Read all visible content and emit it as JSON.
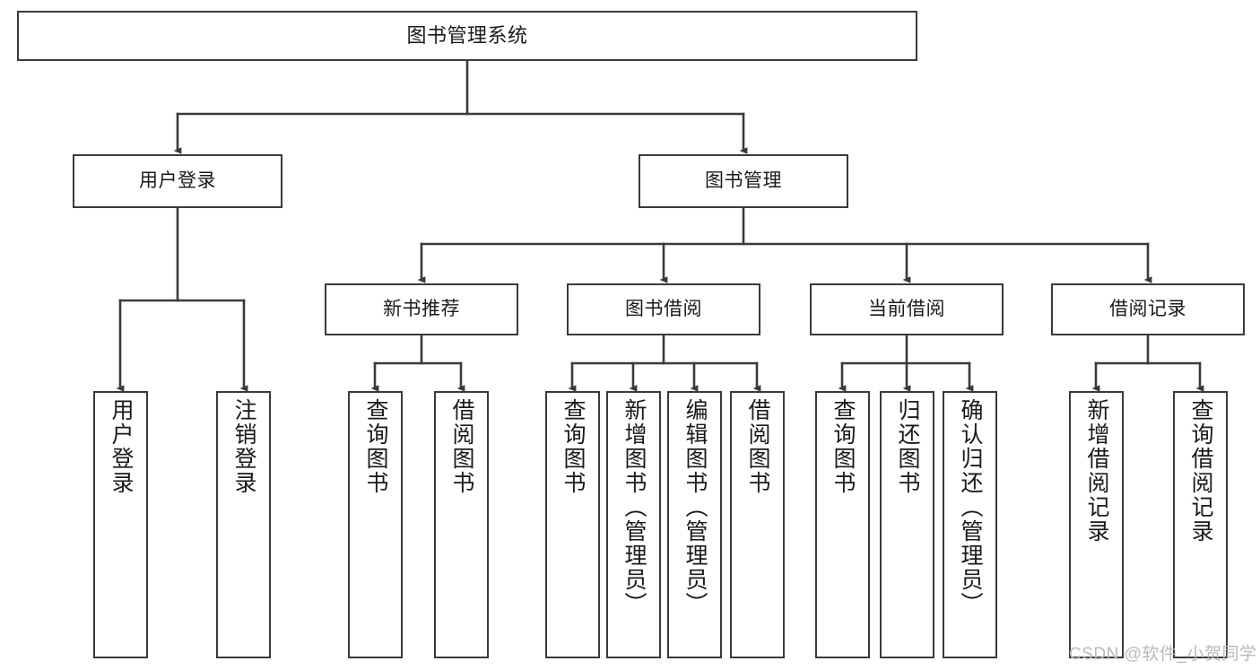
{
  "diagram": {
    "title": "图书管理系统",
    "style": {
      "box_border_color": "#3a3a3a",
      "box_fill_color": "#ffffff",
      "edge_color": "#3a3a3a",
      "text_color": "#1a1a1a",
      "background_color": "#ffffff",
      "watermark_color": "#b9b9b9"
    },
    "nodes": {
      "root": {
        "label": "图书管理系统"
      },
      "level2": [
        {
          "id": "user-login",
          "label": "用户登录"
        },
        {
          "id": "book-manage",
          "label": "图书管理"
        }
      ],
      "level3": [
        {
          "id": "new-book-recommend",
          "label": "新书推荐"
        },
        {
          "id": "book-borrow",
          "label": "图书借阅"
        },
        {
          "id": "current-borrow",
          "label": "当前借阅"
        },
        {
          "id": "borrow-record",
          "label": "借阅记录"
        }
      ],
      "leaves": [
        {
          "id": "leaf-user-login",
          "parent": "user-login",
          "label": "用户登录"
        },
        {
          "id": "leaf-logout",
          "parent": "user-login",
          "label": "注销登录"
        },
        {
          "id": "leaf-query-book-1",
          "parent": "new-book-recommend",
          "label": "查询图书"
        },
        {
          "id": "leaf-borrow-book-1",
          "parent": "new-book-recommend",
          "label": "借阅图书"
        },
        {
          "id": "leaf-query-book-2",
          "parent": "book-borrow",
          "label": "查询图书"
        },
        {
          "id": "leaf-add-book",
          "parent": "book-borrow",
          "label": "新增图书（管理员）"
        },
        {
          "id": "leaf-edit-book",
          "parent": "book-borrow",
          "label": "编辑图书（管理员）"
        },
        {
          "id": "leaf-borrow-book-2",
          "parent": "book-borrow",
          "label": "借阅图书"
        },
        {
          "id": "leaf-query-book-3",
          "parent": "current-borrow",
          "label": "查询图书"
        },
        {
          "id": "leaf-return-book",
          "parent": "current-borrow",
          "label": "归还图书"
        },
        {
          "id": "leaf-confirm-return",
          "parent": "current-borrow",
          "label": "确认归还（管理员）"
        },
        {
          "id": "leaf-add-record",
          "parent": "borrow-record",
          "label": "新增借阅记录"
        },
        {
          "id": "leaf-query-record",
          "parent": "borrow-record",
          "label": "查询借阅记录"
        }
      ]
    },
    "watermark": "CSDN @软件_小贺同学"
  }
}
